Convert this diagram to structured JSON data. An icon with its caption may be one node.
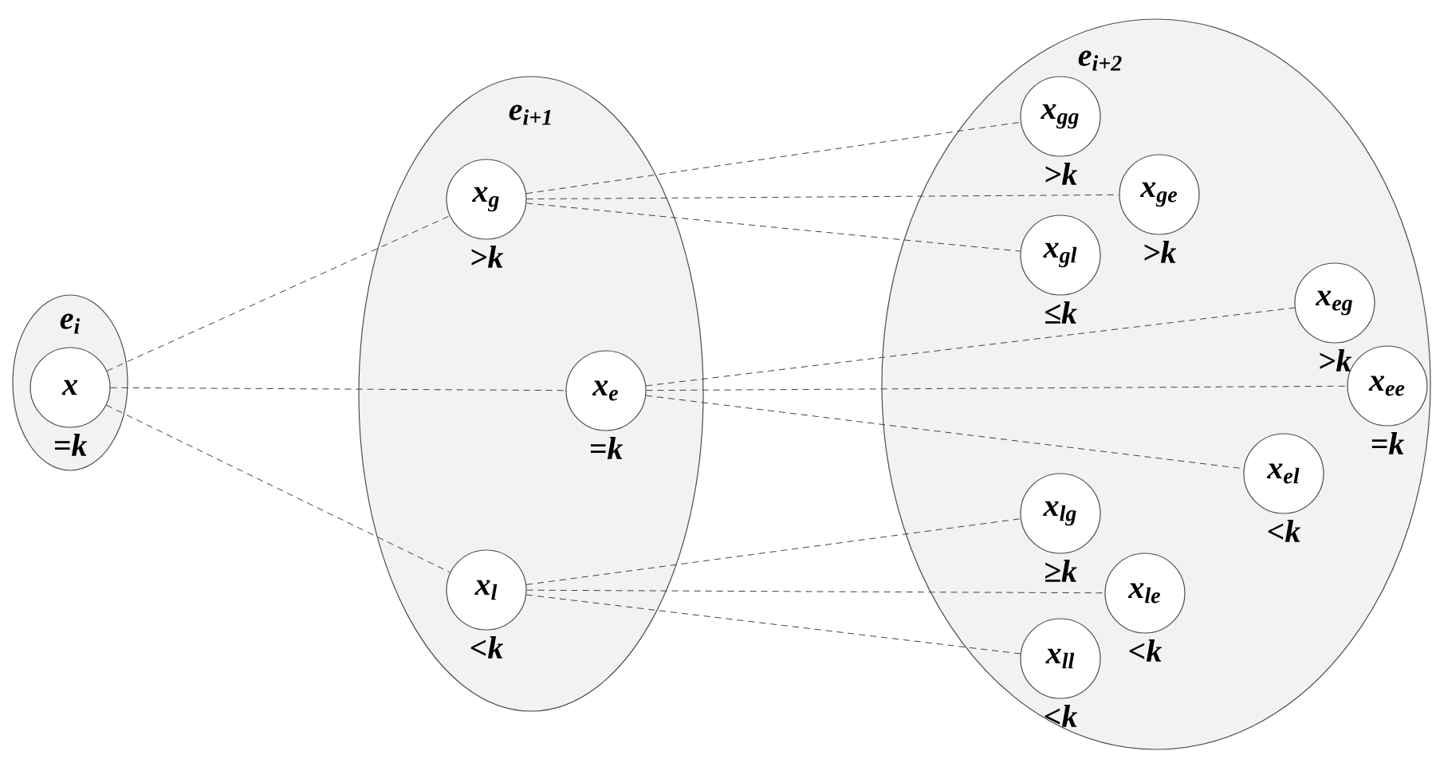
{
  "diagram": {
    "nodes": [
      {
        "text": [
          "e$_{i}$"
        ]
      },
      {
        "text": [
          "x"
        ],
        "in": 0,
        "beside": [
          "=k"
        ]
      },
      {
        "text": [
          "e$_{i+1}$"
        ]
      },
      {
        "text": [
          "x$_{g}$"
        ],
        "in": 2,
        "beside": [
          ">k"
        ]
      },
      {
        "text": [
          "x$_{e}$"
        ],
        "in": 2,
        "beside": [
          "=k"
        ]
      },
      {
        "text": [
          "x$_{l}$"
        ],
        "in": 2,
        "beside": [
          "<k"
        ]
      },
      {
        "text": [
          "e$_{i+2}$"
        ]
      },
      {
        "text": [
          "x$_{gg}$"
        ],
        "in": 6,
        "beside": [
          ">k"
        ]
      },
      {
        "text": [
          "x$_{ge}$"
        ],
        "in": 6,
        "beside": [
          ">k"
        ]
      },
      {
        "text": [
          "x$_{gl}$"
        ],
        "in": 6,
        "beside": [
          "≤k"
        ]
      },
      {
        "text": [
          "x$_{eg}$"
        ],
        "in": 6,
        "beside": [
          ">k"
        ]
      },
      {
        "text": [
          "x$_{ee}$"
        ],
        "in": 6,
        "beside": [
          "=k"
        ]
      },
      {
        "text": [
          "x$_{el}$"
        ],
        "in": 6,
        "beside": [
          "<k"
        ]
      },
      {
        "text": [
          "x$_{lg}$"
        ],
        "in": 6,
        "beside": [
          "≥k"
        ]
      },
      {
        "text": [
          "x$_{le}$"
        ],
        "in": 6,
        "beside": [
          "<k"
        ]
      },
      {
        "text": [
          "x$_{ll}$"
        ],
        "in": 6,
        "beside": [
          "<k"
        ]
      }
    ],
    "edges": [
      {
        "from": 1,
        "to": 3,
        "arrow": "none",
        "style": "dashed"
      },
      {
        "from": 1,
        "to": 4,
        "arrow": "none",
        "style": "dashed"
      },
      {
        "from": 1,
        "to": 5,
        "arrow": "none",
        "style": "dashed"
      },
      {
        "from": 3,
        "to": 7,
        "arrow": "none",
        "style": "dashed"
      },
      {
        "from": 3,
        "to": 8,
        "arrow": "none",
        "style": "dashed"
      },
      {
        "from": 3,
        "to": 9,
        "arrow": "none",
        "style": "dashed"
      },
      {
        "from": 4,
        "to": 10,
        "arrow": "none",
        "style": "dashed"
      },
      {
        "from": 4,
        "to": 11,
        "arrow": "none",
        "style": "dashed"
      },
      {
        "from": 4,
        "to": 12,
        "arrow": "none",
        "style": "dashed"
      },
      {
        "from": 5,
        "to": 13,
        "arrow": "none",
        "style": "dashed"
      },
      {
        "from": 5,
        "to": 14,
        "arrow": "none",
        "style": "dashed"
      },
      {
        "from": 5,
        "to": 15,
        "arrow": "none",
        "style": "dashed"
      }
    ]
  }
}
